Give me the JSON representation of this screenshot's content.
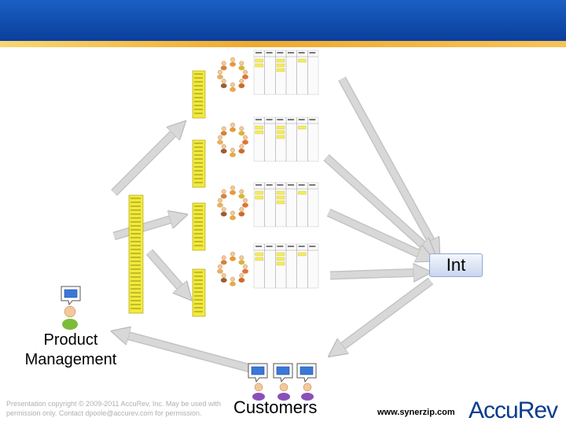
{
  "labels": {
    "int": "Int",
    "product_management_1": "Product",
    "product_management_2": "Management",
    "customers": "Customers",
    "copyright_1": "Presentation copyright © 2009-2011 AccuRev, Inc. May be used with",
    "copyright_2": "permission only. Contact dpoole@accurev.com for permission.",
    "website": "www.synerzip.com",
    "logo": "AccuRev"
  },
  "colors": {
    "header": "#0b3f9c",
    "stripe": "#f0a92c",
    "arrow": "#d8d8d8",
    "backlog": "#f2ea3c",
    "speech": "#3a78d8"
  },
  "teams": [
    {
      "id": "team-1"
    },
    {
      "id": "team-2"
    },
    {
      "id": "team-3"
    },
    {
      "id": "team-4"
    }
  ]
}
